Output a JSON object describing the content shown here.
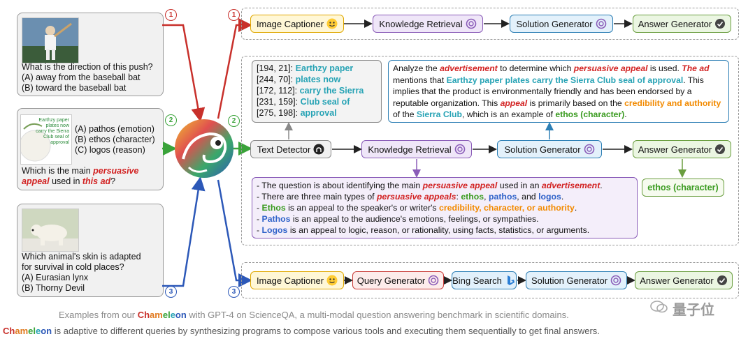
{
  "examples": [
    {
      "image_label": "baseball batter photo",
      "lines": [
        "What is the direction of this push?",
        "(A) away from the baseball bat",
        "(B) toward the baseball bat"
      ]
    },
    {
      "image_label": "advertisement image",
      "ad_text": [
        "Earthzy paper",
        "plates now",
        "carry the Sierra",
        "Club seal of",
        "approval"
      ],
      "options": [
        "(A) pathos (emotion)",
        "(B) ethos (character)",
        "(C) logos (reason)"
      ],
      "q_prefix": "Which is the main ",
      "q_em1": "persuasive",
      "q_em2": "appeal",
      "q_mid": " used in ",
      "q_em3": "this ad",
      "q_end": "?"
    },
    {
      "image_label": "polar bear photo",
      "lines": [
        "Which animal's skin is adapted",
        "for survival in cold places?",
        "(A) Eurasian lynx",
        "(B) Thorny Devil"
      ]
    }
  ],
  "route_numbers": [
    "1",
    "2",
    "3"
  ],
  "pipeline1": [
    "Image Captioner",
    "Knowledge Retrieval",
    "Solution Generator",
    "Answer Generator"
  ],
  "pipeline2": [
    "Text Detector",
    "Knowledge Retrieval",
    "Solution Generator",
    "Answer Generator"
  ],
  "pipeline3": [
    "Image Captioner",
    "Query Generator",
    "Bing Search",
    "Solution Generator",
    "Answer Generator"
  ],
  "ocr": [
    {
      "coord": "[194, 21]:",
      "text": "Earthzy paper"
    },
    {
      "coord": "[244, 70]:",
      "text": "plates now"
    },
    {
      "coord": "[172, 112]:",
      "text": "carry the Sierra"
    },
    {
      "coord": "[231, 159]:",
      "text": "Club seal of"
    },
    {
      "coord": "[275, 198]:",
      "text": "approval"
    }
  ],
  "solution": {
    "s1": "Analyze the ",
    "s2": "advertisement",
    "s3": " to determine which ",
    "s4": "persuasive appeal",
    "s5": " is used. ",
    "s6": "The ad",
    "s7": " mentions that ",
    "s8": "Earthzy paper plates carry the Sierra Club seal of approval",
    "s9": ". This implies that the product is environmentally friendly and has been endorsed by a reputable organization. This ",
    "s10": "appeal",
    "s11": " is primarily based on the ",
    "s12": "credibility and authority",
    "s13": " of the ",
    "s14": "Sierra Club",
    "s15": ", which is an example of ",
    "s16": "ethos (character)",
    "s17": "."
  },
  "answer": "ethos (character)",
  "knowledge": {
    "k1a": "- The question is about identifying the main ",
    "k1b": "persuasive appeal",
    "k1c": " used in an ",
    "k1d": "advertisement",
    "k1e": ".",
    "k2a": "- There are three main types of ",
    "k2b": "persuasive appeals",
    "k2c": ": ",
    "k2d": "ethos",
    "k2e": ", ",
    "k2f": "pathos",
    "k2g": ", and ",
    "k2h": "logos",
    "k2i": ".",
    "k3a": "- ",
    "k3b": "Ethos",
    "k3c": " is an appeal to the speaker's or writer's ",
    "k3d": "credibility, character, or authority",
    "k3e": ".",
    "k4a": "- ",
    "k4b": "Pathos",
    "k4c": " is an appeal to the audience's emotions, feelings, or sympathies.",
    "k5a": "- ",
    "k5b": "Logos",
    "k5c": " is an appeal to logic, reason, or rationality, using facts, statistics, or arguments."
  },
  "caption": {
    "line1_pre": "Examples from our ",
    "name": "Chameleon",
    "line1_post": " with GPT-4 on ScienceQA, a multi-modal question answering benchmark in scientific domains.",
    "line2_post": " is adaptive to different queries by synthesizing programs to compose various tools and executing them sequentially to get final answers."
  },
  "watermark": "量子位",
  "colors": {
    "route1": "#c8302b",
    "route2": "#3aa33a",
    "route3": "#2c58b8"
  }
}
